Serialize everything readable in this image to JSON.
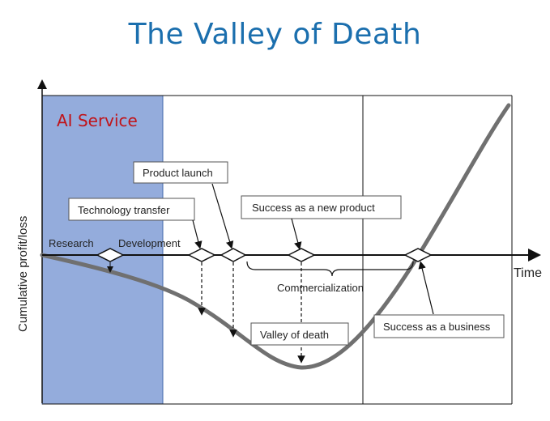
{
  "title": "The Valley of Death",
  "overlay_label": "AI Service",
  "y_axis_label": "Cumulative profit/loss",
  "x_axis_label": "Time",
  "phase_labels": {
    "research": "Research",
    "development": "Development",
    "commercialization": "Commercialization"
  },
  "callouts": {
    "product_launch": "Product launch",
    "technology_transfer": "Technology transfer",
    "success_new_product": "Success as a new product",
    "valley_of_death": "Valley of death",
    "success_business": "Success as a business"
  },
  "colors": {
    "title": "#1b6fae",
    "overlay_fill": "#8fa8db",
    "overlay_text": "#c0141a",
    "curve": "#707070"
  }
}
